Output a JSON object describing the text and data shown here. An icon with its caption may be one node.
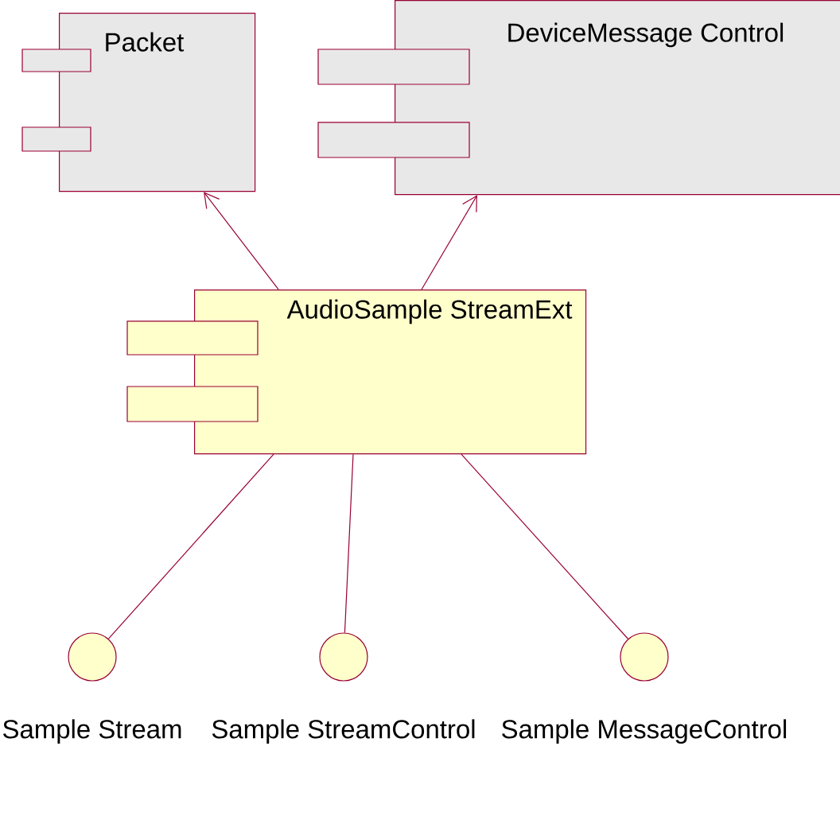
{
  "diagram": {
    "nodes": [
      {
        "text": [
          "Packet"
        ]
      },
      {
        "text": [
          "DeviceMessage Control"
        ]
      },
      {
        "text": [
          "AudioSample StreamExt"
        ]
      },
      {
        "text": [
          "Sample Stream"
        ]
      },
      {
        "text": [
          "Sample StreamControl"
        ]
      },
      {
        "text": [
          "Sample MessageControl"
        ]
      }
    ],
    "edges": [
      {
        "from": 2,
        "to": 0,
        "arrow": "to"
      },
      {
        "from": 2,
        "to": 1,
        "arrow": "to"
      },
      {
        "from": 2,
        "to": 3,
        "arrow": "none"
      },
      {
        "from": 2,
        "to": 4,
        "arrow": "none"
      },
      {
        "from": 2,
        "to": 5,
        "arrow": "none"
      }
    ]
  }
}
